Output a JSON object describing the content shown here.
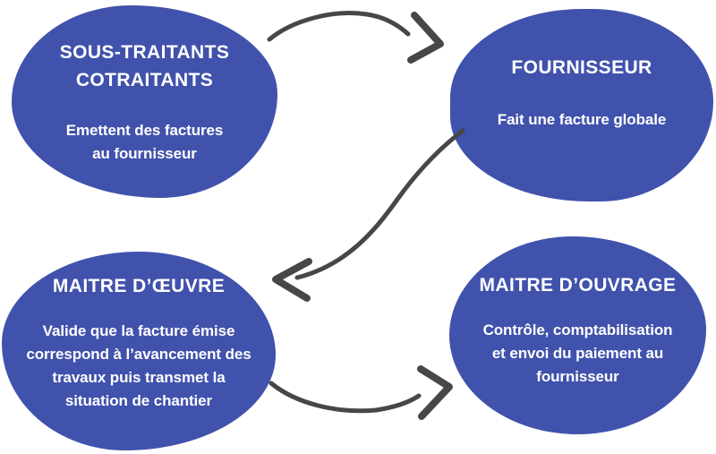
{
  "colors": {
    "node_fill": "#4152AC",
    "node_text": "#FFFFFF",
    "arrow": "#474747",
    "background": "#FFFFFF"
  },
  "nodes": {
    "sous_traitants": {
      "title_lines": [
        "SOUS-TRAITANTS",
        "COTRAITANTS"
      ],
      "desc_lines": [
        "Emettent des factures",
        "au fournisseur"
      ]
    },
    "fournisseur": {
      "title_lines": [
        "FOURNISSEUR"
      ],
      "desc_lines": [
        "Fait une facture globale"
      ]
    },
    "maitre_oeuvre": {
      "title_lines": [
        "MAITRE D’ŒUVRE"
      ],
      "desc_lines": [
        "Valide que la facture émise",
        "correspond à l’avancement des",
        "travaux puis transmet la",
        "situation de chantier"
      ]
    },
    "maitre_ouvrage": {
      "title_lines": [
        "MAITRE D’OUVRAGE"
      ],
      "desc_lines": [
        "Contrôle, comptabilisation",
        "et envoi du paiement au",
        "fournisseur"
      ]
    }
  },
  "arrows": [
    {
      "icon": "curved-arrow-right-icon",
      "from": "sous_traitants",
      "to": "fournisseur"
    },
    {
      "icon": "curved-arrow-left-icon",
      "from": "fournisseur",
      "to": "maitre_oeuvre"
    },
    {
      "icon": "curved-arrow-right-icon",
      "from": "maitre_oeuvre",
      "to": "maitre_ouvrage"
    }
  ]
}
